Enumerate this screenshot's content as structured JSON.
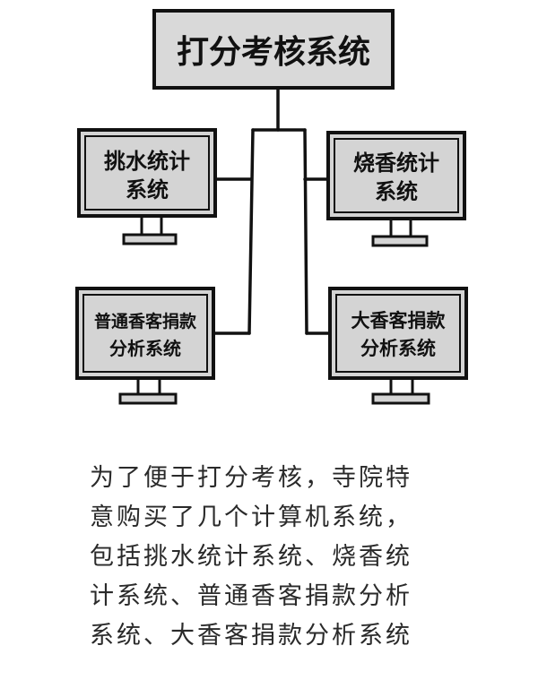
{
  "diagram": {
    "root": {
      "title": "打分考核系统"
    },
    "systems": [
      {
        "id": "water",
        "line1": "挑水统计",
        "line2": "系统"
      },
      {
        "id": "incense",
        "line1": "烧香统计",
        "line2": "系统"
      },
      {
        "id": "common-donation",
        "line1": "普通香客捐款",
        "line2": "分析系统"
      },
      {
        "id": "big-donation",
        "line1": "大香客捐款",
        "line2": "分析系统"
      }
    ]
  },
  "caption": {
    "lines": [
      "为了便于打分考核，寺院特",
      "意购买了几个计算机系统，",
      "包括挑水统计系统、烧香统",
      "计系统、普通香客捐款分析",
      "系统、大香客捐款分析系统"
    ]
  },
  "colors": {
    "box_fill": "#d9d9d9",
    "screen_fill": "#d4d4d4",
    "stroke": "#111111"
  }
}
